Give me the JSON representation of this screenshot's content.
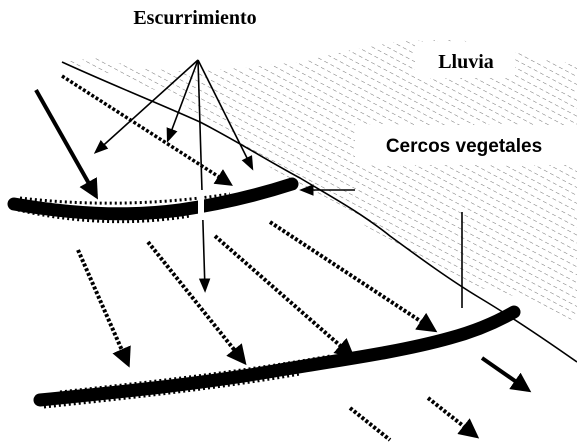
{
  "labels": {
    "runoff": "Escurrimiento",
    "rain": "Lluvia",
    "hedges": "Cercos vegetales"
  },
  "colors": {
    "ink": "#000000",
    "background": "#ffffff"
  },
  "icons": {
    "runoff_arrow": "dotted-arrow-icon",
    "pointer": "leader-line-arrow-icon"
  }
}
